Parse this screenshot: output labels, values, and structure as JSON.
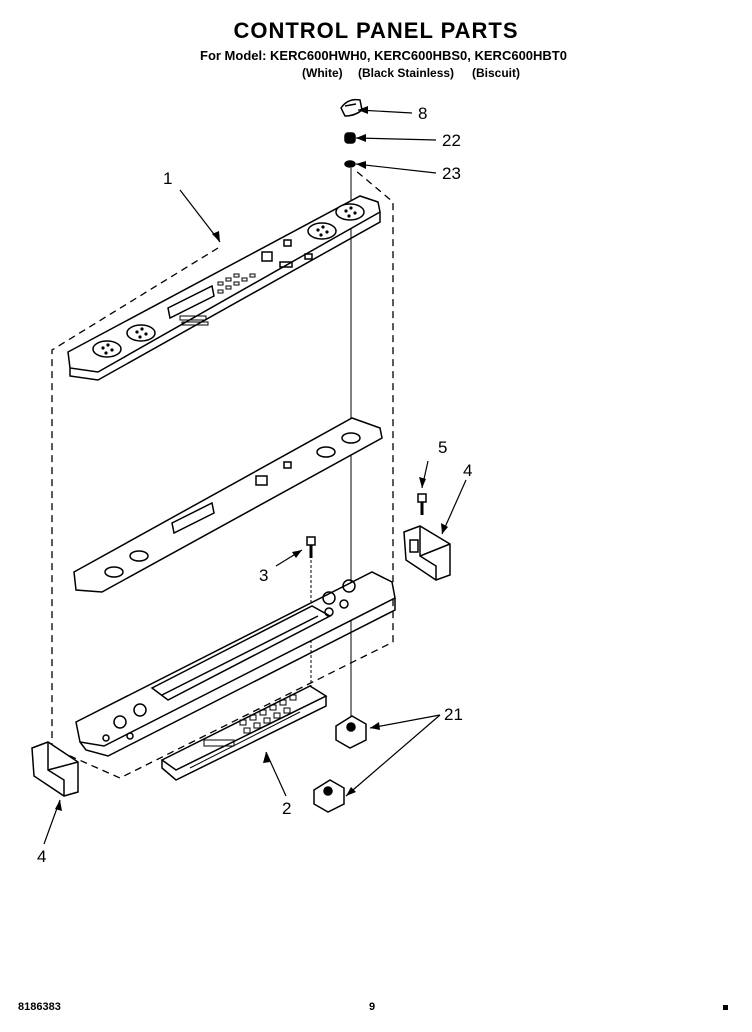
{
  "title": "CONTROL PANEL PARTS",
  "model_line": "For Model: KERC600HWH0, KERC600HBS0, KERC600HBT0",
  "finishes": [
    "(White)",
    "(Black Stainless)",
    "(Biscuit)"
  ],
  "callouts": {
    "c8": "8",
    "c22": "22",
    "c23": "23",
    "c1": "1",
    "c5": "5",
    "c4_right": "4",
    "c3": "3",
    "c21": "21",
    "c2": "2",
    "c4_left": "4"
  },
  "footer": {
    "doc_number": "8186383",
    "page_number": "9"
  }
}
